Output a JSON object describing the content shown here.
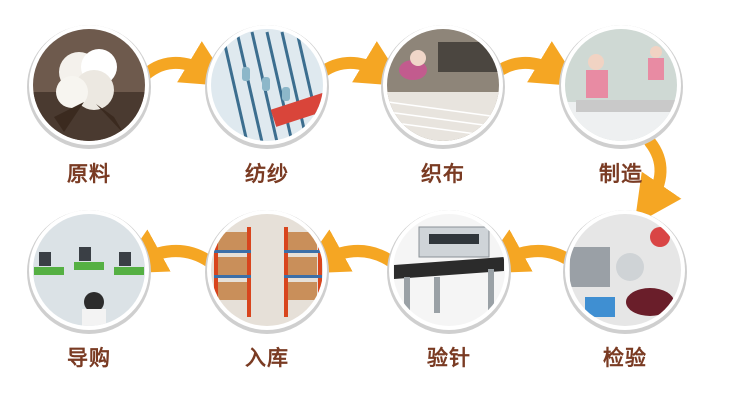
{
  "steps": [
    {
      "id": "raw-material",
      "label": "原料",
      "icon": "cotton-boll-photo"
    },
    {
      "id": "spinning",
      "label": "纺纱",
      "icon": "spinning-machine-photo"
    },
    {
      "id": "weaving",
      "label": "织布",
      "icon": "loom-weaving-photo"
    },
    {
      "id": "manufacturing",
      "label": "制造",
      "icon": "sewing-workshop-photo"
    },
    {
      "id": "inspection",
      "label": "检验",
      "icon": "quality-inspection-photo"
    },
    {
      "id": "needle-detection",
      "label": "验针",
      "icon": "needle-detector-machine-photo"
    },
    {
      "id": "warehousing",
      "label": "入库",
      "icon": "warehouse-racks-photo"
    },
    {
      "id": "shopping-guide",
      "label": "导购",
      "icon": "call-center-office-photo"
    }
  ],
  "colors": {
    "arrow": "#f5a623",
    "label": "#7a3b23",
    "ring": "#ffffff",
    "shadow": "#cfcfcf"
  }
}
